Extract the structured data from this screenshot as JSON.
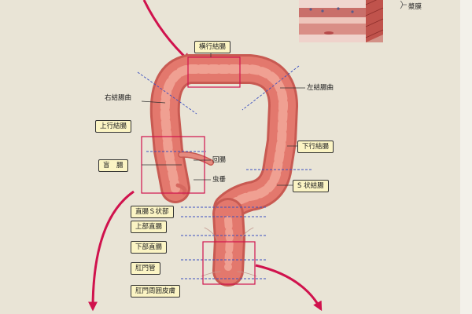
{
  "labels": {
    "transverse": "横行結腸",
    "right_flexure": "右結腸曲",
    "left_flexure": "左結腸曲",
    "ascending": "上行結腸",
    "cecum": "盲　腸",
    "ileum": "回腸",
    "appendix": "虫垂",
    "descending": "下行結腸",
    "sigmoid": "S 状結腸",
    "rectosigmoid": "直腸Ｓ状部",
    "upper_rectum": "上部直腸",
    "lower_rectum": "下部直腸",
    "anal_canal": "肛門管",
    "perianal_skin": "肛門周囲皮膚",
    "serosa": "漿膜"
  },
  "colors": {
    "background": "#e9e4d6",
    "colon": "#e2786e",
    "arrow": "#d0124d",
    "dashed": "#3a4fc0",
    "label_fill": "#fbf4c4"
  }
}
